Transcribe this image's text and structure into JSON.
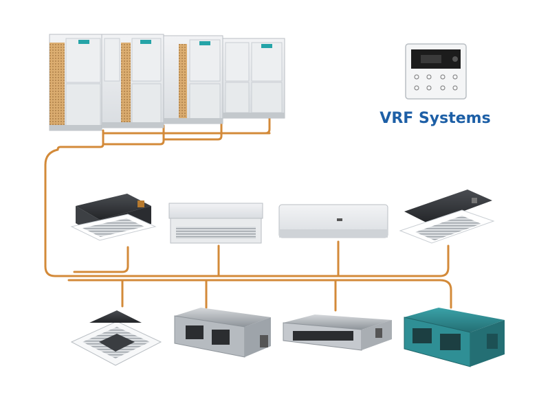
{
  "title": "VRF Systems",
  "colors": {
    "pipe": "#d38a39",
    "title": "#1d5fa6",
    "unit_body": "#e6e8ea",
    "unit_shadow": "#b9bec3",
    "grille": "#c7904b",
    "dark_unit": "#2d2f33",
    "ducted_teal": "#2f8f95",
    "metal": "#9aa0a6",
    "lcd": "#1c1c1c"
  },
  "outdoor_units": [
    {
      "name": "outdoor-unit-1"
    },
    {
      "name": "outdoor-unit-2"
    },
    {
      "name": "outdoor-unit-3"
    },
    {
      "name": "outdoor-unit-4"
    }
  ],
  "indoor_units_top": [
    {
      "name": "cassette-unit-compact",
      "icon": "cassette-icon"
    },
    {
      "name": "ceiling-floor-unit",
      "icon": "ceiling-floor-icon"
    },
    {
      "name": "wall-mounted-unit",
      "icon": "wall-split-icon"
    },
    {
      "name": "one-way-cassette-unit",
      "icon": "one-way-cassette-icon"
    }
  ],
  "indoor_units_bottom": [
    {
      "name": "four-way-cassette-unit",
      "icon": "four-way-cassette-icon"
    },
    {
      "name": "duct-unit-medium",
      "icon": "duct-icon"
    },
    {
      "name": "slim-duct-unit",
      "icon": "slim-duct-icon"
    },
    {
      "name": "high-static-duct-unit",
      "icon": "high-static-duct-icon"
    }
  ],
  "controller": {
    "name": "wired-controller",
    "icon": "controller-icon"
  }
}
